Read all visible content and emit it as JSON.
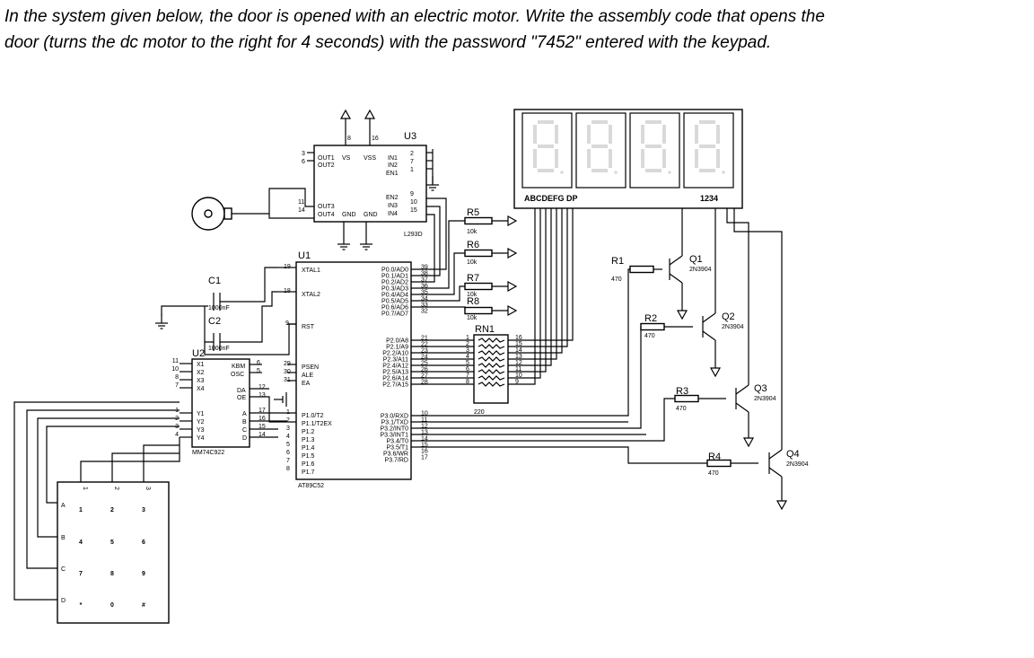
{
  "question": "In the system given below, the door is opened with an electric motor. Write the assembly code that opens the door (turns the dc motor to the right for 4 seconds) with the password \"7452\" entered with the keypad.",
  "u3": {
    "ref": "U3",
    "part": "L293D",
    "left_pins": [
      "OUT1",
      "OUT2",
      "OUT3",
      "OUT4"
    ],
    "left_nums": [
      "3",
      "6",
      "11",
      "14"
    ],
    "right_pins": [
      "IN1",
      "IN2",
      "EN1",
      "EN2",
      "IN3",
      "IN4"
    ],
    "right_nums": [
      "2",
      "7",
      "1",
      "9",
      "10",
      "15"
    ],
    "top": [
      "VS",
      "VSS"
    ],
    "top_nums": [
      "8",
      "16"
    ],
    "gnd": "GND"
  },
  "u1": {
    "ref": "U1",
    "part": "AT89C52",
    "left_pins": [
      "XTAL1",
      "XTAL2",
      "RST",
      "PSEN",
      "ALE",
      "EA",
      "P1.0/T2",
      "P1.1/T2EX",
      "P1.2",
      "P1.3",
      "P1.4",
      "P1.5",
      "P1.6",
      "P1.7"
    ],
    "left_nums": [
      "19",
      "18",
      "9",
      "29",
      "30",
      "31",
      "1",
      "2",
      "3",
      "4",
      "5",
      "6",
      "7",
      "8"
    ],
    "p0": [
      "P0.0/AD0",
      "P0.1/AD1",
      "P0.2/AD2",
      "P0.3/AD3",
      "P0.4/AD4",
      "P0.5/AD5",
      "P0.6/AD6",
      "P0.7/AD7"
    ],
    "p0_nums": [
      "39",
      "38",
      "37",
      "36",
      "35",
      "34",
      "33",
      "32"
    ],
    "p2": [
      "P2.0/A8",
      "P2.1/A9",
      "P2.2/A10",
      "P2.3/A11",
      "P2.4/A12",
      "P2.5/A13",
      "P2.6/A14",
      "P2.7/A15"
    ],
    "p2_nums": [
      "21",
      "22",
      "23",
      "24",
      "25",
      "26",
      "27",
      "28"
    ],
    "p3": [
      "P3.0/RXD",
      "P3.1/TXD",
      "P3.2/INT0",
      "P3.3/INT1",
      "P3.4/T0",
      "P3.5/T1",
      "P3.6/WR",
      "P3.7/RD"
    ],
    "p3_nums": [
      "10",
      "11",
      "12",
      "13",
      "14",
      "15",
      "16",
      "17"
    ]
  },
  "u2": {
    "ref": "U2",
    "part": "MM74C922",
    "x_pins": [
      "X1",
      "X2",
      "X3",
      "X4"
    ],
    "x_nums": [
      "11",
      "10",
      "8",
      "7"
    ],
    "y_pins": [
      "Y1",
      "Y2",
      "Y3",
      "Y4"
    ],
    "y_nums": [
      "1",
      "2",
      "3",
      "4"
    ],
    "kbm": "KBM",
    "osc": "OSC",
    "kbm_nums": [
      "6",
      "5"
    ],
    "da": "DA",
    "oe": "OE",
    "da_nums": [
      "12",
      "13"
    ],
    "out_pins": [
      "A",
      "B",
      "C",
      "D"
    ],
    "out_nums": [
      "17",
      "16",
      "15",
      "14"
    ]
  },
  "caps": [
    {
      "ref": "C1",
      "value": "1000nF"
    },
    {
      "ref": "C2",
      "value": "1000nF"
    }
  ],
  "resistors": [
    {
      "ref": "R5",
      "value": "10k"
    },
    {
      "ref": "R6",
      "value": "10k"
    },
    {
      "ref": "R7",
      "value": "10k"
    },
    {
      "ref": "R8",
      "value": "10k"
    },
    {
      "ref": "R1",
      "value": "470"
    },
    {
      "ref": "R2",
      "value": "470"
    },
    {
      "ref": "R3",
      "value": "470"
    },
    {
      "ref": "R4",
      "value": "470"
    }
  ],
  "rn1": {
    "ref": "RN1",
    "value": "220",
    "left_nums": [
      "1",
      "2",
      "3",
      "4",
      "5",
      "6",
      "7",
      "8"
    ],
    "right_nums": [
      "16",
      "15",
      "14",
      "13",
      "12",
      "11",
      "10",
      "9"
    ]
  },
  "transistors": [
    {
      "ref": "Q1",
      "part": "2N3904"
    },
    {
      "ref": "Q2",
      "part": "2N3904"
    },
    {
      "ref": "Q3",
      "part": "2N3904"
    },
    {
      "ref": "Q4",
      "part": "2N3904"
    }
  ],
  "display": {
    "segments_label": "ABCDEFG DP",
    "digits_label": "1234"
  },
  "keypad": {
    "keys": [
      [
        "1",
        "2",
        "3"
      ],
      [
        "4",
        "5",
        "6"
      ],
      [
        "7",
        "8",
        "9"
      ],
      [
        "*",
        "0",
        "#"
      ]
    ],
    "rows": [
      "A",
      "B",
      "C",
      "D"
    ],
    "cols": [
      "1",
      "2",
      "3"
    ]
  }
}
